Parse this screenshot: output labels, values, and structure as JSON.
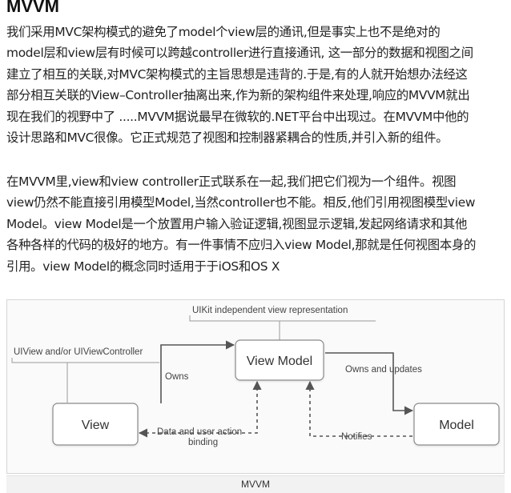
{
  "title": "MVVM",
  "paragraph1": [
    "我们采用MVC架构模式的避免了model个view层的通讯,但是事实上也不是绝对的",
    "model层和view层有时候可以跨越controller进行直接通讯, 这一部分的数据和视图之间",
    "建立了相互的关联,对MVC架构模式的主旨思想是违背的.于是,有的人就开始想办法经这",
    "部分相互关联的View–Controller抽离出来,作为新的架构组件来处理,响应的MVVM就出",
    "现在我们的视野中了 .....MVVM据说最早在微软的.NET平台中出现过。在MVVM中他的",
    "设计思路和MVC很像。它正式规范了视图和控制器紧耦合的性质,并引入新的组件。"
  ],
  "paragraph2": [
    "在MVVM里,view和view controller正式联系在一起,我们把它们视为一个组件。视图",
    "view仍然不能直接引用模型Model,当然controller也不能。相反,他们引用视图模型view",
    "Model。view Model是一个放置用户输入验证逻辑,视图显示逻辑,发起网络请求和其他",
    "各种各样的代码的极好的地方。有一件事情不应归入view Model,那就是任何视图本身的",
    "引用。view Model的概念同时适用于于iOS和OS X"
  ],
  "diagram": {
    "boxes": {
      "view": "View",
      "view_model": "View Model",
      "model": "Model"
    },
    "labels": {
      "uikit_independent": "UIKit independent view representation",
      "uiview_controller": "UIView and/or UIViewController",
      "owns": "Owns",
      "owns_and_updates": "Owns and updates",
      "data_binding_line1": "Data and user action",
      "data_binding_line2": "binding",
      "notifies": "Notifies"
    },
    "colors": {
      "box_border": "#8a8a8a",
      "arrow": "#555555",
      "callout_line": "#9a9a9a"
    }
  },
  "caption": "MVVM"
}
